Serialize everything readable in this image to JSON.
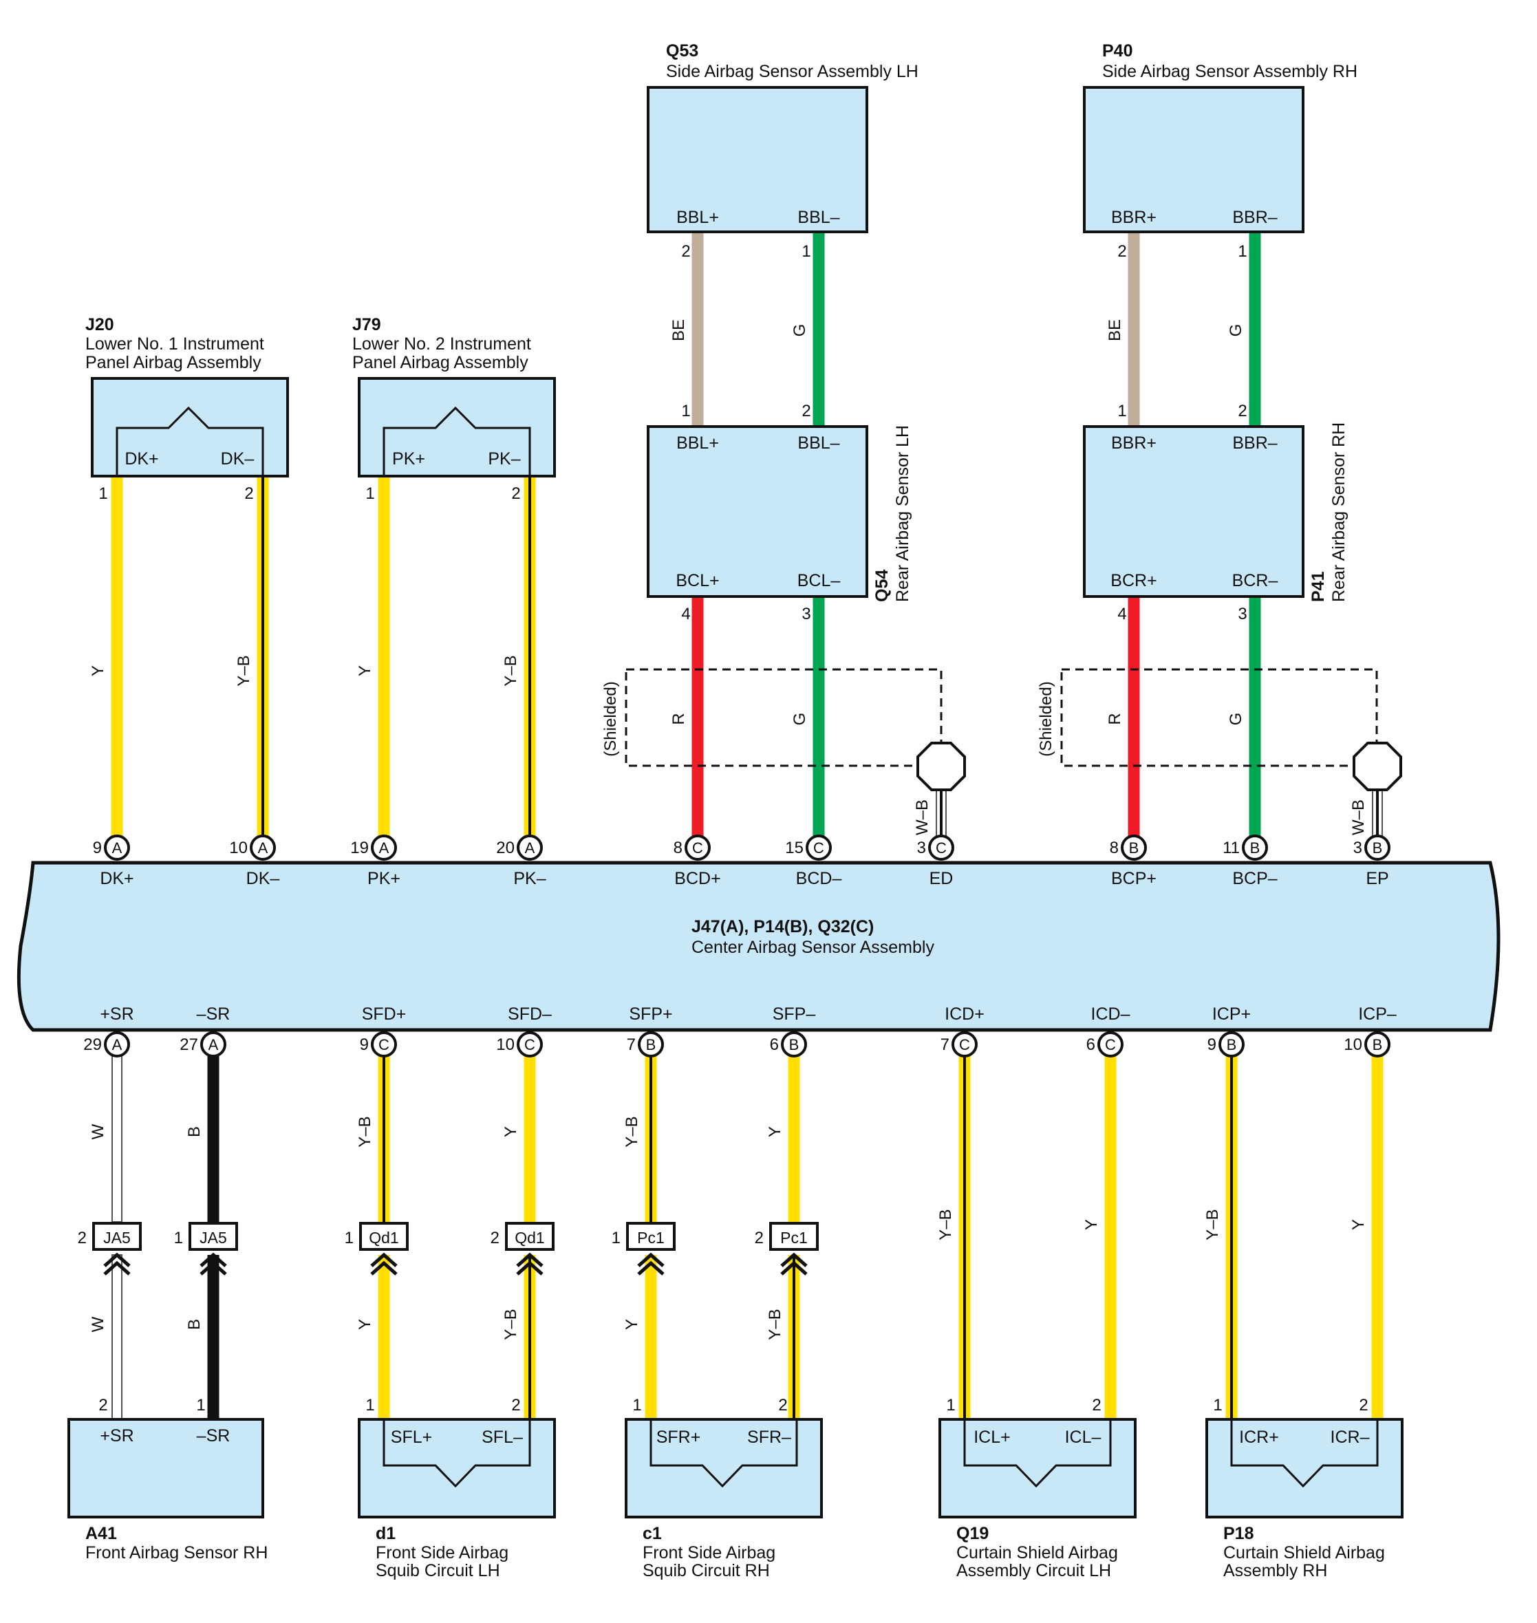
{
  "colors": {
    "Y": "#ffde00",
    "B": "#111111",
    "W": "#ffffff",
    "G": "#00a651",
    "R": "#ee1c25",
    "BE": "#bfae99",
    "box_fill": "#c8e8f8"
  },
  "center": {
    "code": "J47(A), P14(B), Q32(C)",
    "name": "Center Airbag Sensor Assembly"
  },
  "components": {
    "j20": {
      "code": "J20",
      "name1": "Lower No. 1 Instrument",
      "name2": "Panel Airbag Assembly",
      "t1": "DK+",
      "t2": "DK–",
      "p1": "1",
      "p2": "2"
    },
    "j79": {
      "code": "J79",
      "name1": "Lower No. 2 Instrument",
      "name2": "Panel Airbag Assembly",
      "t1": "PK+",
      "t2": "PK–",
      "p1": "1",
      "p2": "2"
    },
    "q53": {
      "code": "Q53",
      "name": "Side Airbag Sensor Assembly LH",
      "t1": "BBL+",
      "t2": "BBL–",
      "p1": "2",
      "p2": "1"
    },
    "p40": {
      "code": "P40",
      "name": "Side Airbag Sensor Assembly RH",
      "t1": "BBR+",
      "t2": "BBR–",
      "p1": "2",
      "p2": "1"
    },
    "q54": {
      "code": "Q54",
      "name": "Rear Airbag Sensor LH",
      "t1": "BBL+",
      "t2": "BBL–",
      "t3": "BCL+",
      "t4": "BCL–",
      "p1": "1",
      "p2": "2",
      "p3": "4",
      "p4": "3"
    },
    "p41": {
      "code": "P41",
      "name": "Rear Airbag Sensor RH",
      "t1": "BBR+",
      "t2": "BBR–",
      "t3": "BCR+",
      "t4": "BCR–",
      "p1": "1",
      "p2": "2",
      "p3": "4",
      "p4": "3"
    },
    "a41": {
      "code": "A41",
      "name": "Front Airbag Sensor RH",
      "t1": "+SR",
      "t2": "–SR",
      "p1": "2",
      "p2": "1"
    },
    "d1": {
      "code": "d1",
      "name1": "Front Side Airbag",
      "name2": "Squib Circuit LH",
      "t1": "SFL+",
      "t2": "SFL–",
      "p1": "1",
      "p2": "2"
    },
    "c1": {
      "code": "c1",
      "name1": "Front Side Airbag",
      "name2": "Squib Circuit RH",
      "t1": "SFR+",
      "t2": "SFR–",
      "p1": "1",
      "p2": "2"
    },
    "q19": {
      "code": "Q19",
      "name1": "Curtain Shield Airbag",
      "name2": "Assembly Circuit LH",
      "t1": "ICL+",
      "t2": "ICL–",
      "p1": "1",
      "p2": "2"
    },
    "p18": {
      "code": "P18",
      "name1": "Curtain Shield Airbag",
      "name2": "Assembly RH",
      "t1": "ICR+",
      "t2": "ICR–",
      "p1": "1",
      "p2": "2"
    }
  },
  "top_pins": [
    {
      "name": "DK+",
      "pin": "9",
      "conn": "A"
    },
    {
      "name": "DK–",
      "pin": "10",
      "conn": "A"
    },
    {
      "name": "PK+",
      "pin": "19",
      "conn": "A"
    },
    {
      "name": "PK–",
      "pin": "20",
      "conn": "A"
    },
    {
      "name": "BCD+",
      "pin": "8",
      "conn": "C"
    },
    {
      "name": "BCD–",
      "pin": "15",
      "conn": "C"
    },
    {
      "name": "ED",
      "pin": "3",
      "conn": "C"
    },
    {
      "name": "BCP+",
      "pin": "8",
      "conn": "B"
    },
    {
      "name": "BCP–",
      "pin": "11",
      "conn": "B"
    },
    {
      "name": "EP",
      "pin": "3",
      "conn": "B"
    }
  ],
  "bottom_pins": [
    {
      "name": "+SR",
      "pin": "29",
      "conn": "A"
    },
    {
      "name": "–SR",
      "pin": "27",
      "conn": "A"
    },
    {
      "name": "SFD+",
      "pin": "9",
      "conn": "C"
    },
    {
      "name": "SFD–",
      "pin": "10",
      "conn": "C"
    },
    {
      "name": "SFP+",
      "pin": "7",
      "conn": "B"
    },
    {
      "name": "SFP–",
      "pin": "6",
      "conn": "B"
    },
    {
      "name": "ICD+",
      "pin": "7",
      "conn": "C"
    },
    {
      "name": "ICD–",
      "pin": "6",
      "conn": "C"
    },
    {
      "name": "ICP+",
      "pin": "9",
      "conn": "B"
    },
    {
      "name": "ICP–",
      "pin": "10",
      "conn": "B"
    }
  ],
  "connectors": [
    {
      "code": "JA5",
      "pin": "2"
    },
    {
      "code": "JA5",
      "pin": "1"
    },
    {
      "code": "Qd1",
      "pin": "1"
    },
    {
      "code": "Qd1",
      "pin": "2"
    },
    {
      "code": "Pc1",
      "pin": "1"
    },
    {
      "code": "Pc1",
      "pin": "2"
    }
  ],
  "wires": {
    "top": [
      "Y",
      "Y–B",
      "Y",
      "Y–B"
    ],
    "q53_q54": [
      "BE",
      "G"
    ],
    "p40_p41": [
      "BE",
      "G"
    ],
    "q54_center": [
      "R",
      "G"
    ],
    "p41_center": [
      "R",
      "G"
    ],
    "ground": "W–B",
    "bottom_upper": [
      "W",
      "B",
      "Y–B",
      "Y",
      "Y–B",
      "Y",
      "Y–B",
      "Y",
      "Y–B",
      "Y"
    ],
    "bottom_lower": [
      "W",
      "B",
      "Y",
      "Y–B",
      "Y",
      "Y–B"
    ]
  },
  "shielded_label": "(Shielded)"
}
